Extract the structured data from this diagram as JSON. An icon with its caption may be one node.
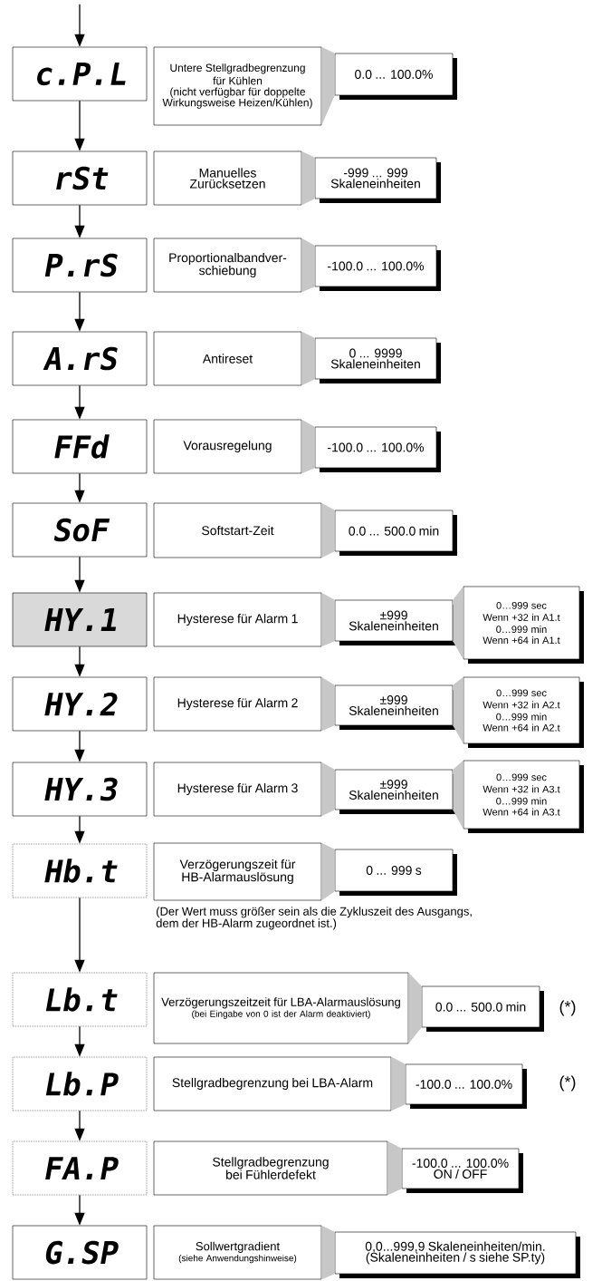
{
  "diagram": {
    "nodes": [
      {
        "text": [
          "c.P.L"
        ]
      },
      {
        "text": [
          "Untere Stellgradbegrenzung für Kühlen",
          "(nicht verfügbar für doppelte Wirkungsweise Heizen/Kühlen)"
        ]
      },
      {
        "text": [
          "0.0 ... 100.0%"
        ]
      },
      {
        "text": [
          "rSt"
        ]
      },
      {
        "text": [
          "Manuelles Zurücksetzen"
        ]
      },
      {
        "text": [
          "-999 ... 999 Skaleneinheiten"
        ]
      },
      {
        "text": [
          "P.rS"
        ]
      },
      {
        "text": [
          "Proportionalbandver-schiebung"
        ]
      },
      {
        "text": [
          "-100.0 ... 100.0%"
        ]
      },
      {
        "text": [
          "A.rS"
        ]
      },
      {
        "text": [
          "Antireset"
        ]
      },
      {
        "text": [
          "0 ... 9999 Skaleneinheiten"
        ]
      },
      {
        "text": [
          "FFd"
        ]
      },
      {
        "text": [
          "Vorausregelung"
        ]
      },
      {
        "text": [
          "-100.0 ... 100.0%"
        ]
      },
      {
        "text": [
          "SoF"
        ]
      },
      {
        "text": [
          "Softstart-Zeit"
        ]
      },
      {
        "text": [
          "0.0 ... 500.0 min"
        ]
      },
      {
        "text": [
          "HY.1"
        ]
      },
      {
        "text": [
          "Hysterese für Alarm 1"
        ]
      },
      {
        "text": [
          "±999 Skaleneinheiten"
        ]
      },
      {
        "text": [
          "0…999 sec",
          "Wenn +32 in A1.t",
          "0…999 min",
          "Wenn +64 in A1.t"
        ]
      },
      {
        "text": [
          "HY.2"
        ]
      },
      {
        "text": [
          "Hysterese für Alarm 2"
        ]
      },
      {
        "text": [
          "±999 Skaleneinheiten"
        ]
      },
      {
        "text": [
          "0…999 sec",
          "Wenn +32 in A2.t",
          "0…999 min",
          "Wenn +64 in A2.t"
        ]
      },
      {
        "text": [
          "HY.3"
        ]
      },
      {
        "text": [
          "Hysterese für Alarm 3"
        ]
      },
      {
        "text": [
          "±999 Skaleneinheiten"
        ]
      },
      {
        "text": [
          "0…999 sec",
          "Wenn +32 in A3.t",
          "0…999 min",
          "Wenn +64 in A3.t"
        ]
      },
      {
        "text": [
          "Hb.t"
        ]
      },
      {
        "text": [
          "Verzögerungszeit für HB-Alarmauslösung"
        ]
      },
      {
        "text": [
          "0 ... 999 s"
        ]
      },
      {
        "text": [
          "Lb.t"
        ]
      },
      {
        "text": [
          "Verzögerungszeitzeit für LBA-Alarmauslösung",
          "(bei Eingabe von 0 ist der Alarm deaktiviert)"
        ]
      },
      {
        "text": [
          "0.0 ... 500.0 min"
        ]
      },
      {
        "text": [
          "Lb.P"
        ]
      },
      {
        "text": [
          "Stellgradbegrenzung bei LBA-Alarm"
        ]
      },
      {
        "text": [
          "-100.0 ... 100.0%"
        ]
      },
      {
        "text": [
          "FA.P"
        ]
      },
      {
        "text": [
          "Stellgradbegrenzung bei Fühlerdefekt"
        ]
      },
      {
        "text": [
          "-100.0 ... 100.0%",
          "ON / OFF"
        ]
      },
      {
        "text": [
          "G.SP"
        ]
      },
      {
        "text": [
          "Sollwertgradient",
          "(siehe Anwendungshinweise)"
        ]
      },
      {
        "text": [
          "0,0...999,9 Skaleneinheiten/min.",
          "(Skaleneinheiten / s siehe SP.ty)"
        ]
      }
    ],
    "edges": [
      {
        "from": null,
        "to": 0,
        "arrow": "to"
      },
      {
        "from": 0,
        "to": 3,
        "arrow": "to"
      },
      {
        "from": 3,
        "to": 6,
        "arrow": "to"
      },
      {
        "from": 6,
        "to": 9,
        "arrow": "to"
      },
      {
        "from": 9,
        "to": 12,
        "arrow": "to"
      },
      {
        "from": 12,
        "to": 15,
        "arrow": "to"
      },
      {
        "from": 15,
        "to": 18,
        "arrow": "to"
      },
      {
        "from": 18,
        "to": 22,
        "arrow": "to"
      },
      {
        "from": 22,
        "to": 26,
        "arrow": "to"
      },
      {
        "from": 26,
        "to": 30,
        "arrow": "to"
      },
      {
        "from": 30,
        "to": 33,
        "arrow": "to"
      },
      {
        "from": 33,
        "to": 36,
        "arrow": "to"
      },
      {
        "from": 36,
        "to": 39,
        "arrow": "to"
      },
      {
        "from": 39,
        "to": 42,
        "arrow": "to"
      },
      {
        "from": 1,
        "to": 2,
        "arrow": "none"
      },
      {
        "from": 4,
        "to": 5,
        "arrow": "none"
      },
      {
        "from": 7,
        "to": 8,
        "arrow": "none"
      },
      {
        "from": 10,
        "to": 11,
        "arrow": "none"
      },
      {
        "from": 13,
        "to": 14,
        "arrow": "none"
      },
      {
        "from": 16,
        "to": 17,
        "arrow": "none"
      },
      {
        "from": 19,
        "to": 20,
        "arrow": "none"
      },
      {
        "from": 20,
        "to": 21,
        "arrow": "none"
      },
      {
        "from": 23,
        "to": 24,
        "arrow": "none"
      },
      {
        "from": 24,
        "to": 25,
        "arrow": "none"
      },
      {
        "from": 27,
        "to": 28,
        "arrow": "none"
      },
      {
        "from": 28,
        "to": 29,
        "arrow": "none"
      },
      {
        "from": 31,
        "to": 32,
        "arrow": "none"
      },
      {
        "from": 34,
        "to": 35,
        "arrow": "none"
      },
      {
        "from": 37,
        "to": 38,
        "arrow": "none"
      },
      {
        "from": 40,
        "to": 41,
        "arrow": "none"
      },
      {
        "from": 43,
        "to": 44,
        "arrow": "none"
      }
    ],
    "labels": [
      "(Der Wert muss größer sein als die Zykluszeit des Ausgangs, dem der HB-Alarm zugeordnet ist.)",
      "(*)",
      "(*)"
    ]
  }
}
